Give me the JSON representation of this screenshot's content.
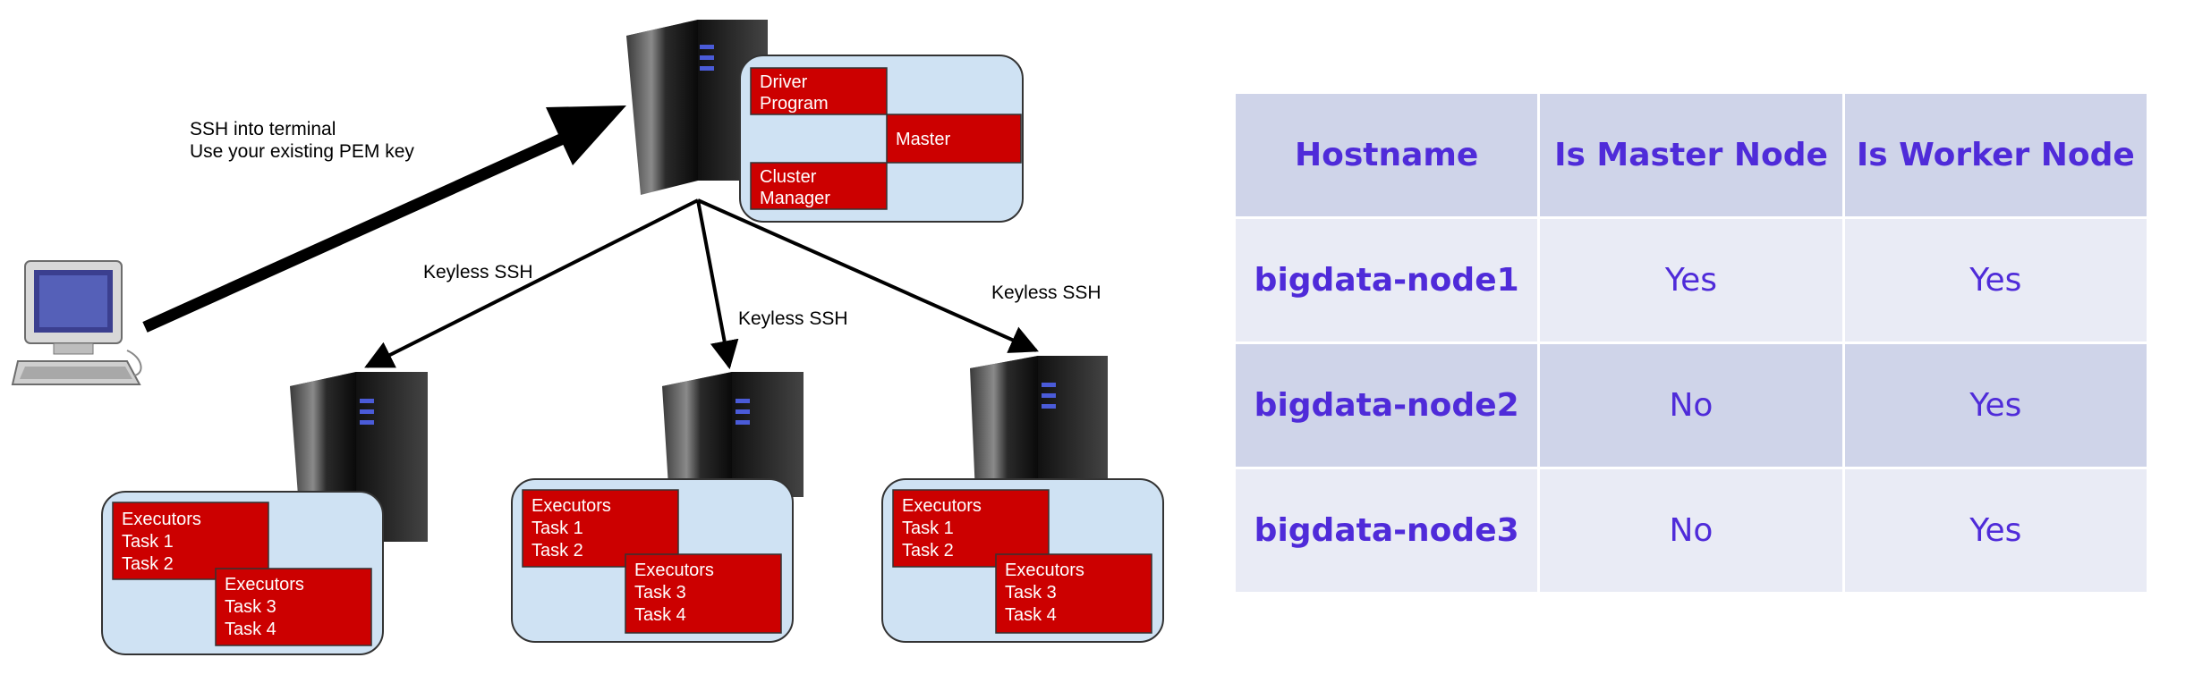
{
  "diagram": {
    "ssh_label_line1": "SSH into terminal",
    "ssh_label_line2": "Use your existing PEM key",
    "master_box": {
      "driver_line1": "Driver",
      "driver_line2": "Program",
      "master": "Master",
      "cluster_line1": "Cluster",
      "cluster_line2": "Manager"
    },
    "keyless_ssh": "Keyless SSH",
    "workers": [
      {
        "exec_a": [
          "Executors",
          "Task 1",
          "Task 2"
        ],
        "exec_b": [
          "Executors",
          "Task 3",
          "Task 4"
        ]
      },
      {
        "exec_a": [
          "Executors",
          "Task 1",
          "Task 2"
        ],
        "exec_b": [
          "Executors",
          "Task 3",
          "Task 4"
        ]
      },
      {
        "exec_a": [
          "Executors",
          "Task 1",
          "Task 2"
        ],
        "exec_b": [
          "Executors",
          "Task 3",
          "Task 4"
        ]
      }
    ],
    "colors": {
      "red_box": "#cc0000",
      "light_blue_box": "#cfe2f3",
      "table_text": "#4f2bd9"
    }
  },
  "table": {
    "headers": [
      "Hostname",
      "Is Master Node",
      "Is Worker Node"
    ],
    "rows": [
      [
        "bigdata-node1",
        "Yes",
        "Yes"
      ],
      [
        "bigdata-node2",
        "No",
        "Yes"
      ],
      [
        "bigdata-node3",
        "No",
        "Yes"
      ]
    ]
  }
}
